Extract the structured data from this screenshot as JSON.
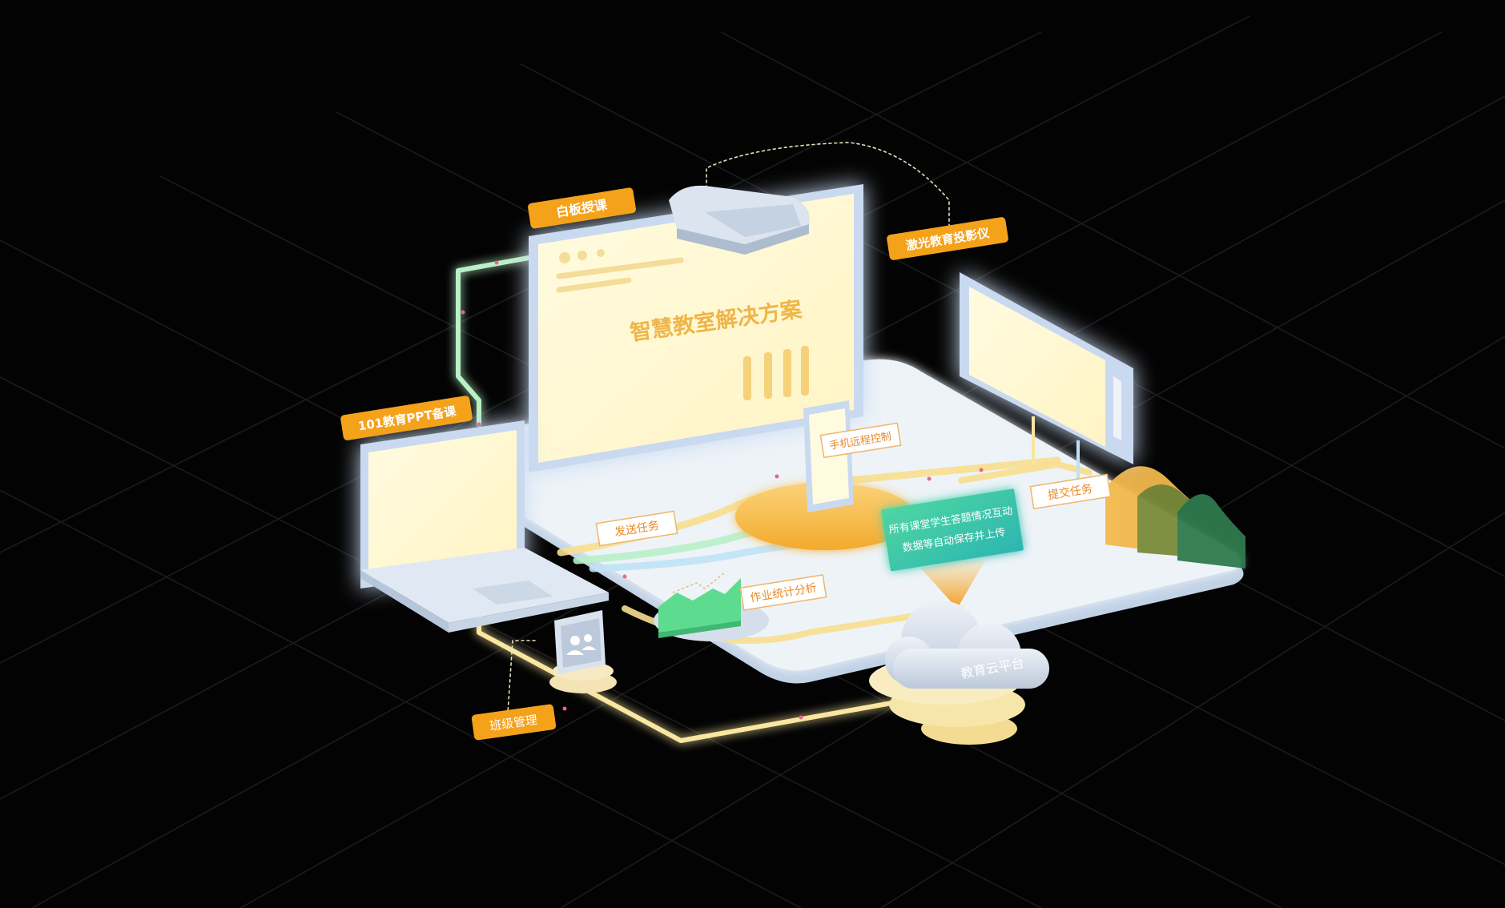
{
  "colors": {
    "background": "#030303",
    "grid_line": "#1c1c1c",
    "platform_top": "#eef3f8",
    "platform_edge": "#b9cbe0",
    "screen_fill": "#fffbd9",
    "screen_frame": "#c9daf0",
    "tag_orange": "#f5a21b",
    "tag_text": "#ffffff",
    "callout_border": "#f0b56a",
    "callout_text": "#e88a2a",
    "title_text": "#efb548",
    "green_box": "#3cc9a3",
    "cloud": "#dfe7f2",
    "hub": "#f6bf4e",
    "path_yellow": "#f8e7a4",
    "path_green": "#b8f0c8",
    "path_blue": "#bfe3f5",
    "chart_green": "#5ddb8e",
    "hills": [
      "#f2b84c",
      "#7a8b3a",
      "#2f7a4e"
    ]
  },
  "whiteboard": {
    "title": "智慧教室解决方案",
    "tag": "白板授课"
  },
  "laptop": {
    "tag": "101教育PPT备课"
  },
  "projector_screen": {
    "tag": "激光教育投影仪"
  },
  "class_manage": {
    "tag": "班级管理",
    "icon": "users-icon"
  },
  "projector_device": {
    "icon": "projector-icon"
  },
  "callouts": {
    "phone_control": "手机远程控制",
    "send_task": "发送任务",
    "submit_task": "提交任务",
    "homework_stats": "作业统计分析"
  },
  "info_box": {
    "line1": "所有课堂学生答题情况互动",
    "line2": "数据等自动保存并上传"
  },
  "cloud": {
    "label": "教育云平台",
    "icon": "cloud-icon"
  }
}
